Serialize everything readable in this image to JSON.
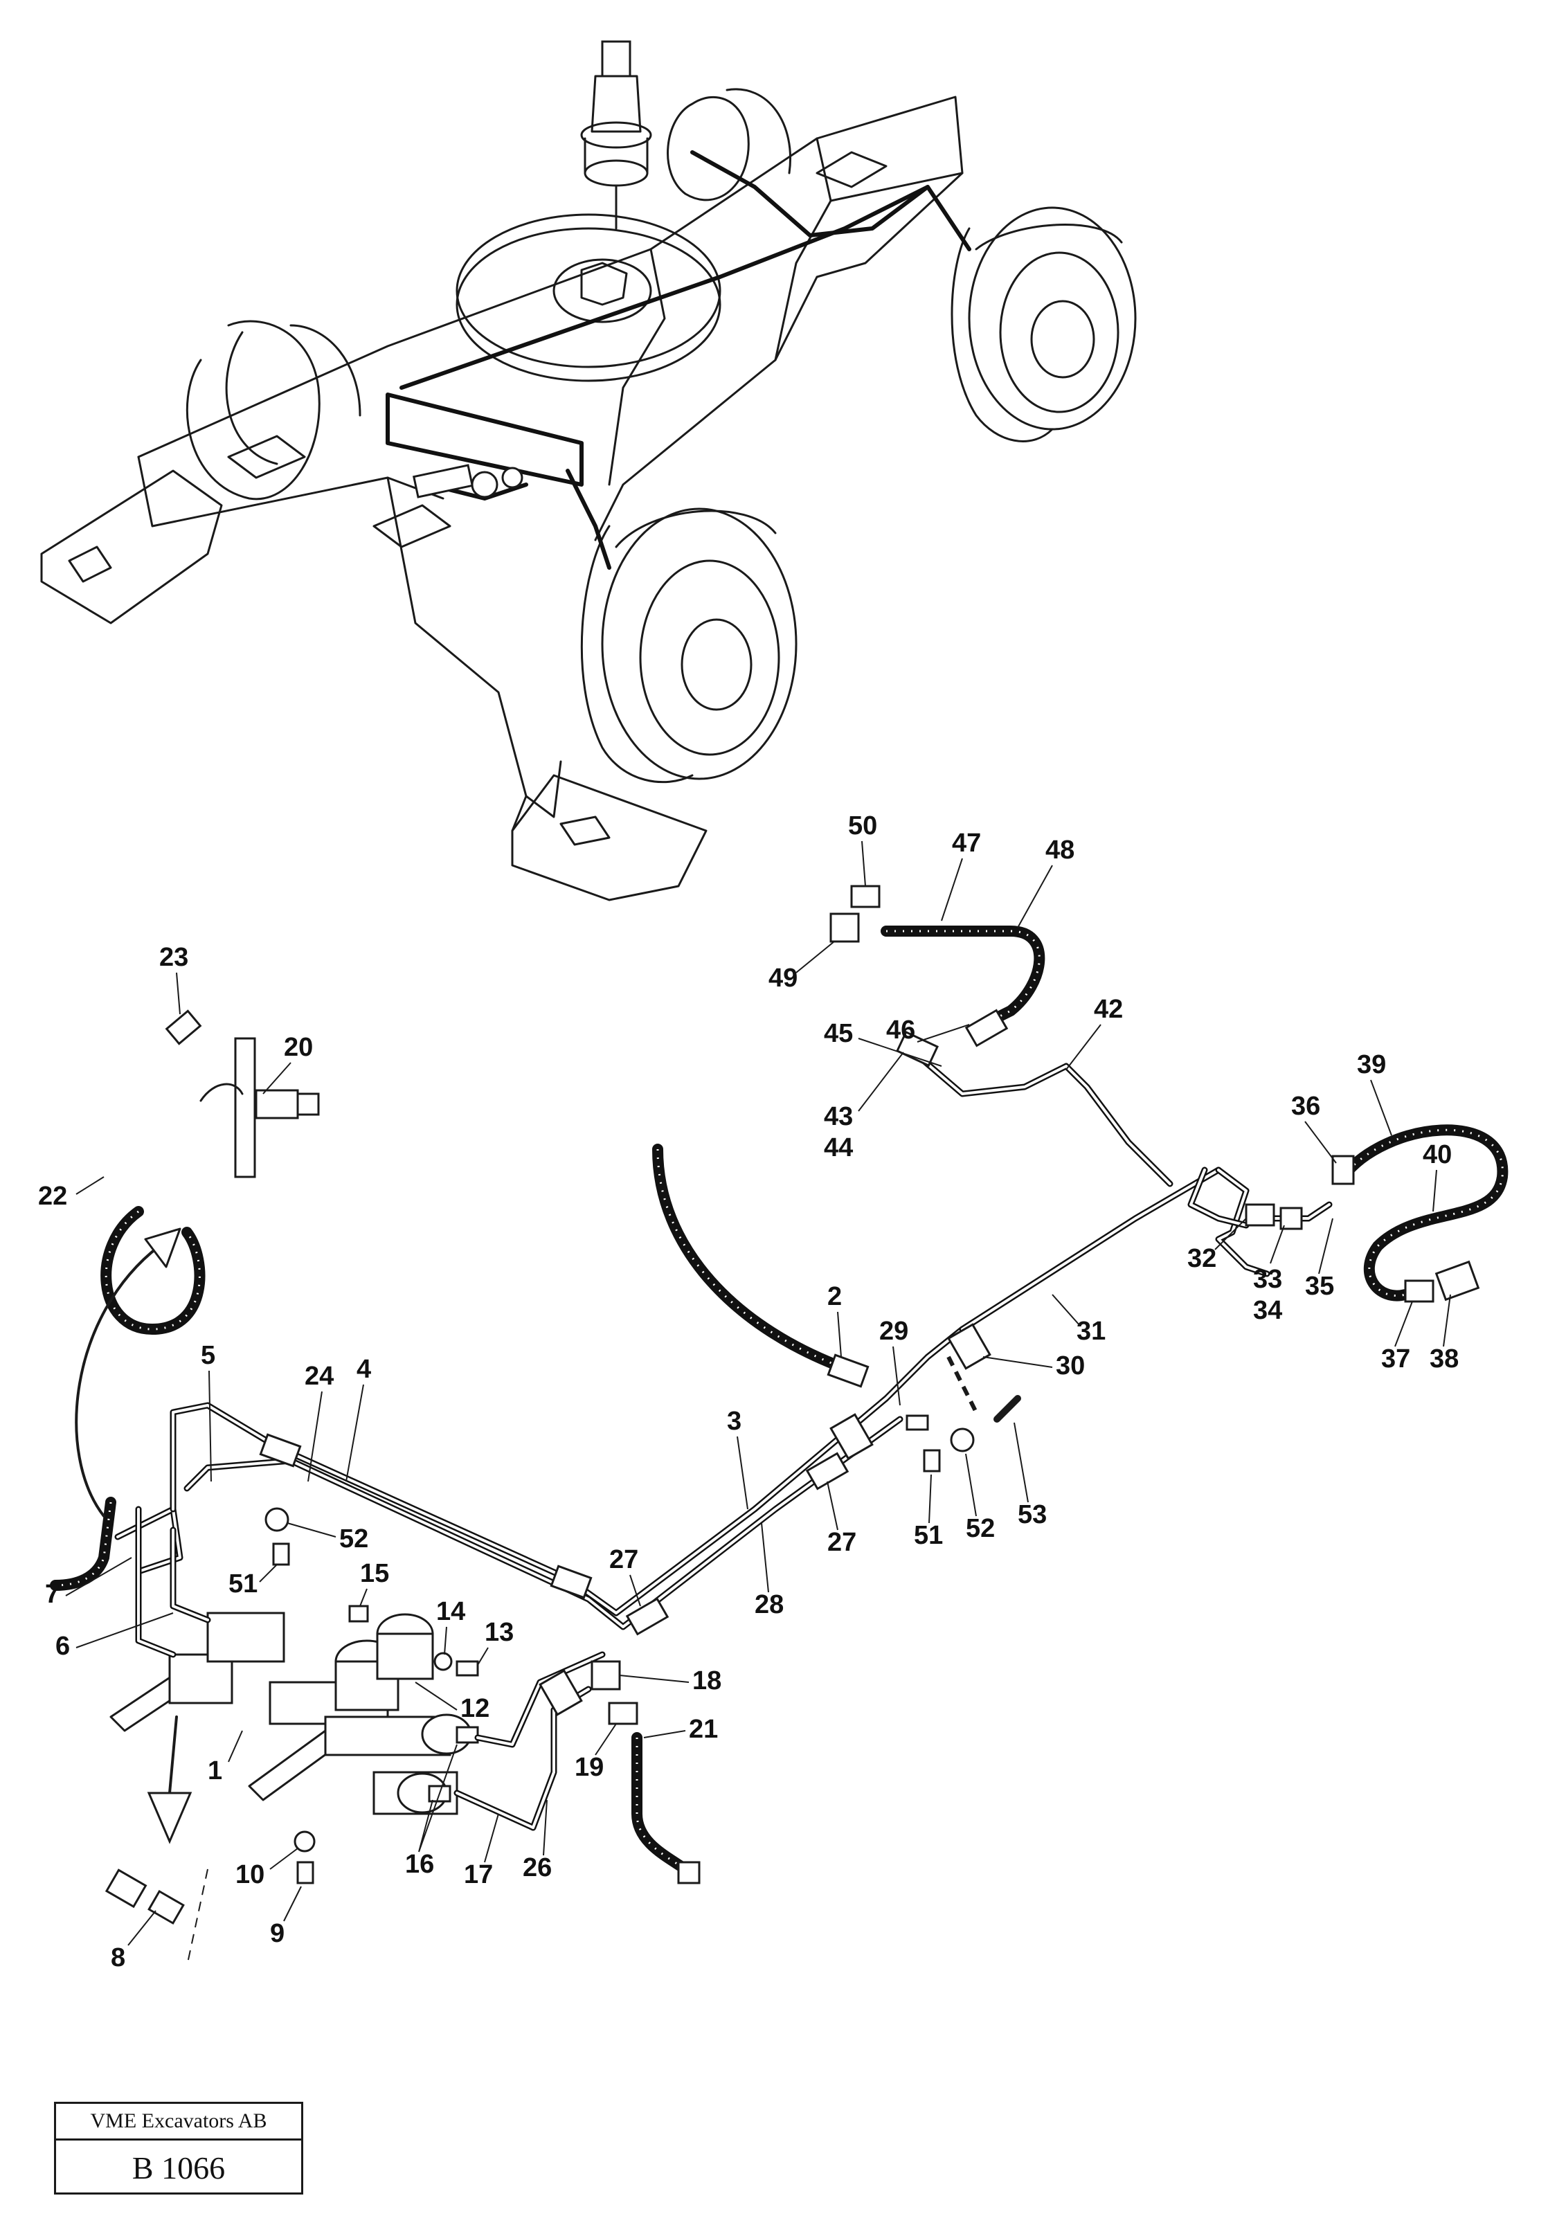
{
  "title_block": {
    "company": "VME Excavators AB",
    "drawing_code": "B 1066"
  },
  "callouts": [
    "1",
    "2",
    "3",
    "4",
    "5",
    "6",
    "7",
    "8",
    "9",
    "10",
    "12",
    "13",
    "14",
    "15",
    "16",
    "17",
    "18",
    "19",
    "20",
    "21",
    "22",
    "23",
    "24",
    "26",
    "27",
    "27",
    "28",
    "29",
    "30",
    "31",
    "32",
    "33",
    "34",
    "35",
    "36",
    "37",
    "38",
    "39",
    "40",
    "42",
    "43",
    "44",
    "45",
    "46",
    "47",
    "48",
    "49",
    "50",
    "51",
    "51",
    "52",
    "52",
    "53"
  ]
}
